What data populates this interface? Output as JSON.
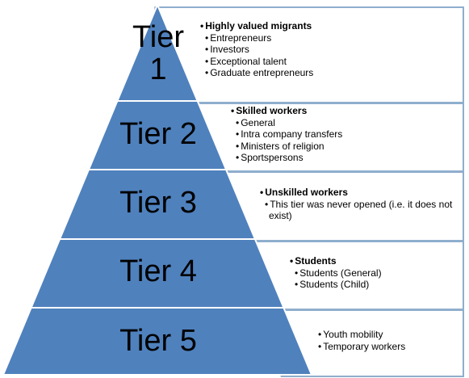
{
  "colors": {
    "tier_fill": "#4f81bd",
    "tier_stroke": "#ffffff",
    "box_border": "#8faecd",
    "box_fill": "#ffffff"
  },
  "tiers": [
    {
      "label": "Tier 1",
      "label_lines": [
        "Tier",
        "1"
      ],
      "heading": "Highly valued migrants",
      "items": [
        "Entrepreneurs",
        "Investors",
        "Exceptional talent",
        "Graduate entrepreneurs"
      ]
    },
    {
      "label": "Tier 2",
      "label_lines": [
        "Tier 2"
      ],
      "heading": "Skilled workers",
      "items": [
        "General",
        "Intra company transfers",
        "Ministers of religion",
        "Sportspersons"
      ]
    },
    {
      "label": "Tier 3",
      "label_lines": [
        "Tier 3"
      ],
      "heading": "Unskilled workers",
      "items": [
        "This tier was never opened (i.e. it does not exist)"
      ]
    },
    {
      "label": "Tier 4",
      "label_lines": [
        "Tier 4"
      ],
      "heading": "Students",
      "items": [
        "Students (General)",
        "Students (Child)"
      ]
    },
    {
      "label": "Tier 5",
      "label_lines": [
        "Tier 5"
      ],
      "heading": "",
      "items": [
        "Youth mobility",
        "Temporary workers"
      ]
    }
  ]
}
